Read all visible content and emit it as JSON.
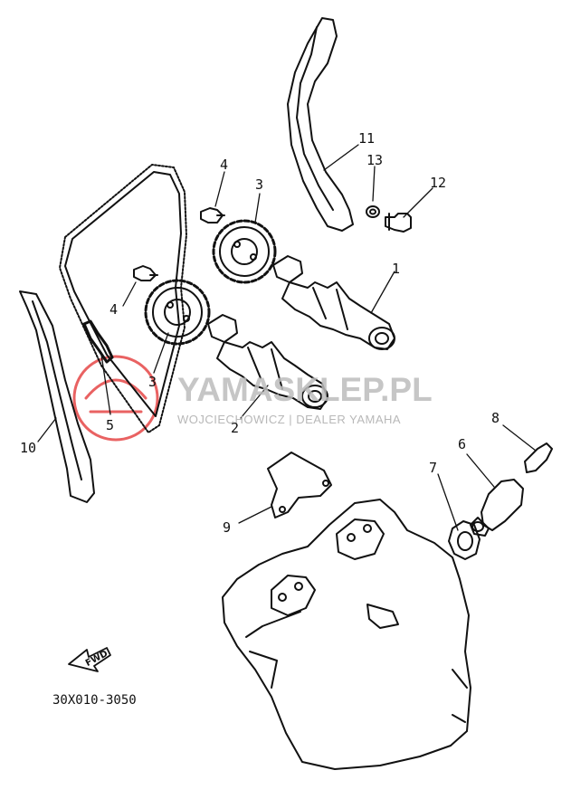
{
  "diagram": {
    "callouts": [
      {
        "id": "1",
        "label": "1"
      },
      {
        "id": "2",
        "label": "2"
      },
      {
        "id": "3a",
        "label": "3"
      },
      {
        "id": "3b",
        "label": "3"
      },
      {
        "id": "4a",
        "label": "4"
      },
      {
        "id": "4b",
        "label": "4"
      },
      {
        "id": "5",
        "label": "5"
      },
      {
        "id": "6",
        "label": "6"
      },
      {
        "id": "7",
        "label": "7"
      },
      {
        "id": "8",
        "label": "8"
      },
      {
        "id": "9",
        "label": "9"
      },
      {
        "id": "10",
        "label": "10"
      },
      {
        "id": "11",
        "label": "11"
      },
      {
        "id": "12",
        "label": "12"
      },
      {
        "id": "13",
        "label": "13"
      }
    ],
    "fwd_arrow_label": "FWD",
    "diagram_code": "30X010-3050"
  },
  "watermark": {
    "brand": "YAMASKLEP.PL",
    "tagline": "WOJCIECHOWICZ | DEALER YAMAHA",
    "color": "#e02020"
  }
}
